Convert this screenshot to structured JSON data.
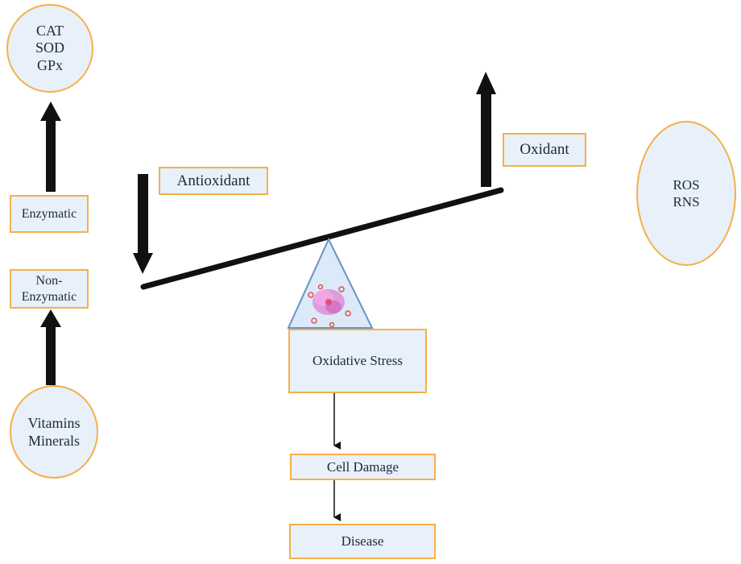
{
  "nodes": {
    "enzymes": {
      "lines": [
        "CAT",
        "SOD",
        "GPx"
      ]
    },
    "enzymatic": {
      "label": "Enzymatic"
    },
    "non_enzymatic": {
      "lines": [
        "Non-",
        "Enzymatic"
      ]
    },
    "vitamins": {
      "lines": [
        "Vitamins",
        "Minerals"
      ]
    },
    "antioxidant": {
      "label": "Antioxidant"
    },
    "oxidant": {
      "label": "Oxidant"
    },
    "ros": {
      "lines": [
        "ROS",
        "RNS"
      ]
    },
    "oxidative_stress": {
      "label": "Oxidative Stress"
    },
    "cell_damage": {
      "label": "Cell Damage"
    },
    "disease": {
      "label": "Disease"
    }
  },
  "colors": {
    "border": "#f4b04a",
    "fill": "#e8f0fa",
    "arrow": "#111111",
    "triangle_fill": "#dbe9f8",
    "triangle_stroke": "#6a93c2",
    "cell": "#e07ad0"
  }
}
